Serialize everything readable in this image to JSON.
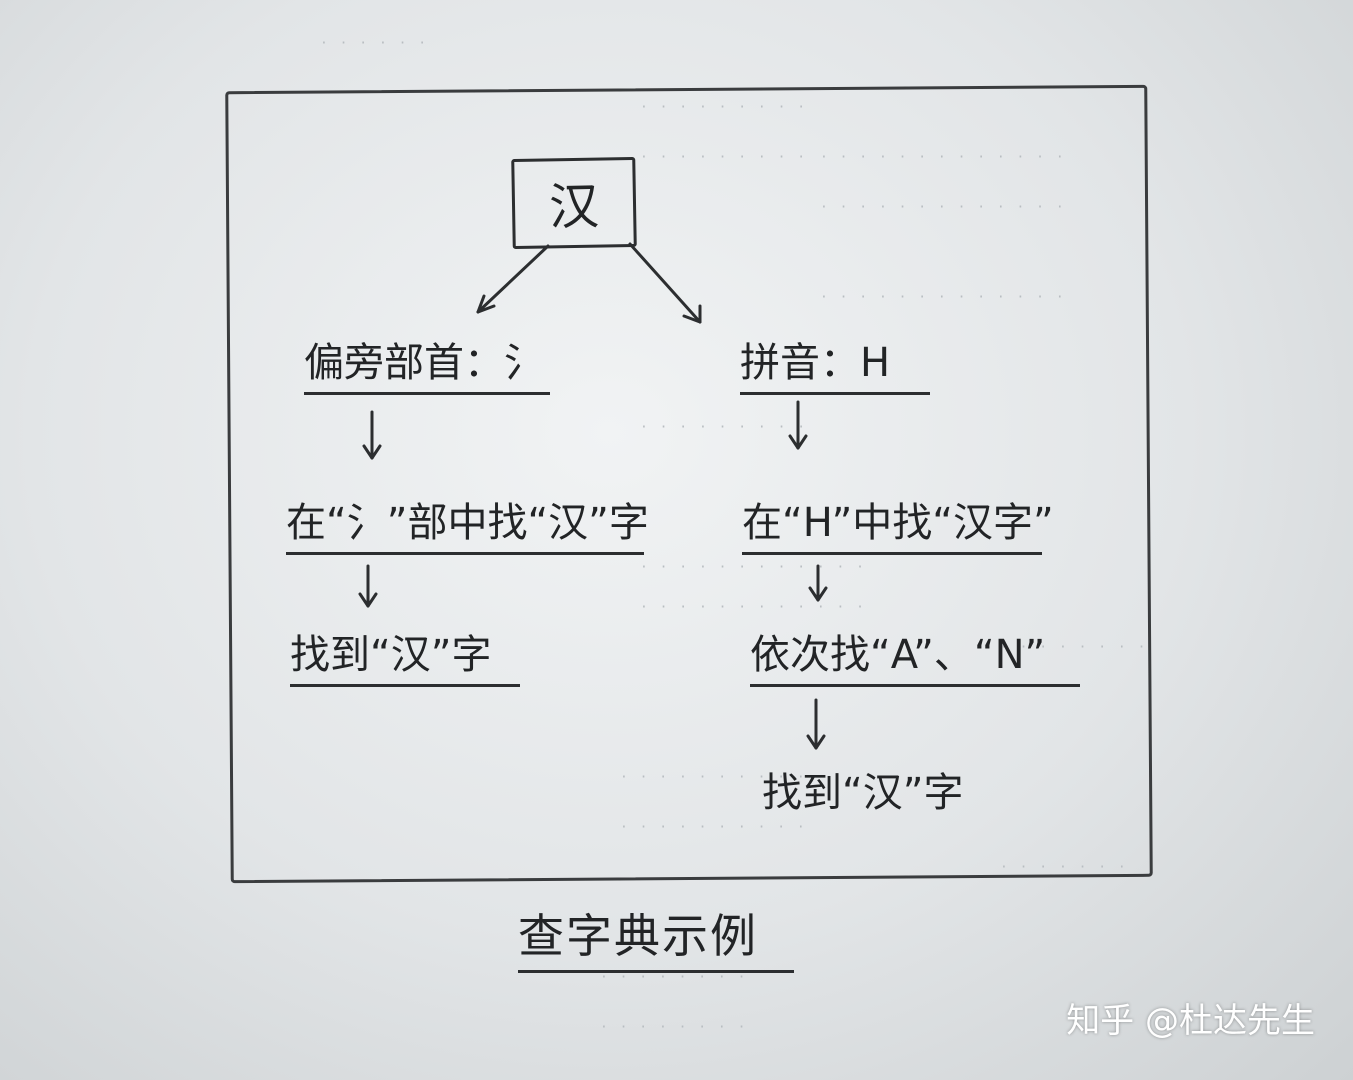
{
  "diagram": {
    "root": "汉",
    "left_branch": {
      "radical": "偏旁部首：氵",
      "search": "在“氵”部中找“汉”字",
      "found": "找到“汉”字"
    },
    "right_branch": {
      "pinyin": "拼音：H",
      "search": "在“H”中找“汉字”",
      "sequence": "依次找“A”、“N”",
      "found": "找到“汉”字"
    },
    "caption": "查字典示例"
  },
  "watermark": "知乎 @杜达先生",
  "colors": {
    "ink": "#222426",
    "paper": "#e6e9eb",
    "frame": "#3a3c3e"
  }
}
